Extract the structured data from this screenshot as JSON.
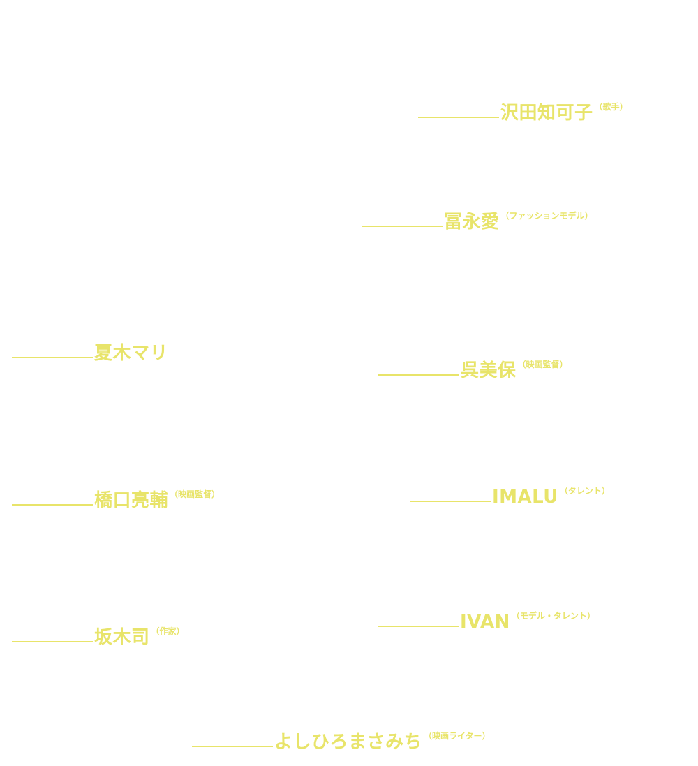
{
  "accent_color": "#e8e46a",
  "credits": [
    {
      "name": "沢田知可子",
      "role": "（歌手）"
    },
    {
      "name": "冨永愛",
      "role": "（ファッションモデル）"
    },
    {
      "name": "夏木マリ",
      "role": ""
    },
    {
      "name": "呉美保",
      "role": "（映画監督）"
    },
    {
      "name": "橋口亮輔",
      "role": "（映画監督）"
    },
    {
      "name": "IMALU",
      "role": "（タレント）"
    },
    {
      "name": "坂木司",
      "role": "（作家）"
    },
    {
      "name": "IVAN",
      "role": "（モデル・タレント）"
    },
    {
      "name": "よしひろまさみち",
      "role": "（映画ライター）"
    }
  ]
}
